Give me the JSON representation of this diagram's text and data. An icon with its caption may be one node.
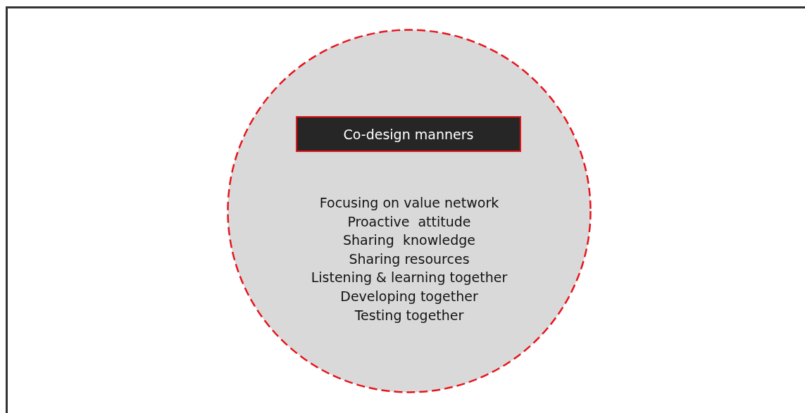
{
  "diagram": {
    "nodes": [
      {
        "text": [
          "Focusing on value network",
          "Proactive  attitude",
          "Sharing  knowledge",
          "Sharing resources",
          "Listening & learning together",
          "Developing together",
          "Testing together"
        ]
      },
      {
        "text": [
          "Co-design manners"
        ],
        "in": 0
      }
    ]
  }
}
